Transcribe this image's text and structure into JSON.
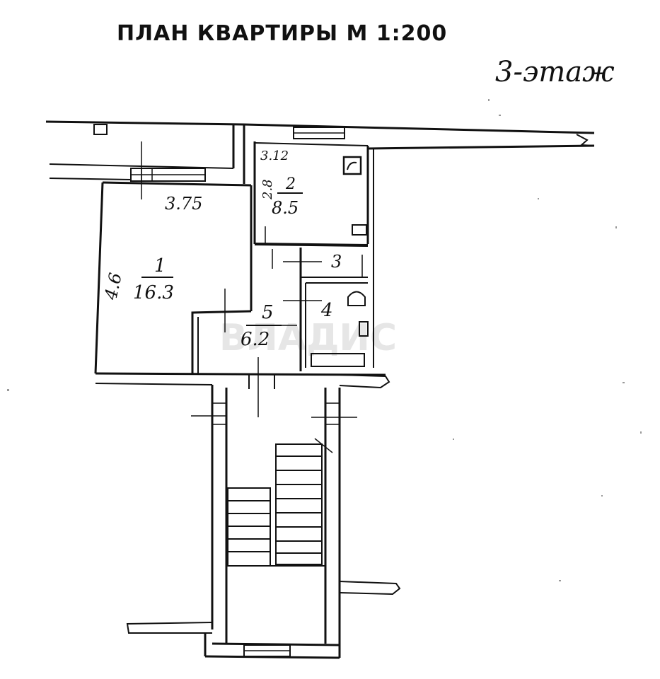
{
  "title": "ПЛАН КВАРТИРЫ М 1:200",
  "floor_note": "3-этаж",
  "watermark": "ВЛАДИС",
  "rooms": [
    {
      "number": "1",
      "area": "16.3",
      "width": "3.75",
      "length": "4.6"
    },
    {
      "number": "2",
      "area": "8.5",
      "width": "3.12",
      "length": "2.8"
    },
    {
      "number": "3"
    },
    {
      "number": "4"
    },
    {
      "number": "5",
      "area": "6.2"
    }
  ]
}
